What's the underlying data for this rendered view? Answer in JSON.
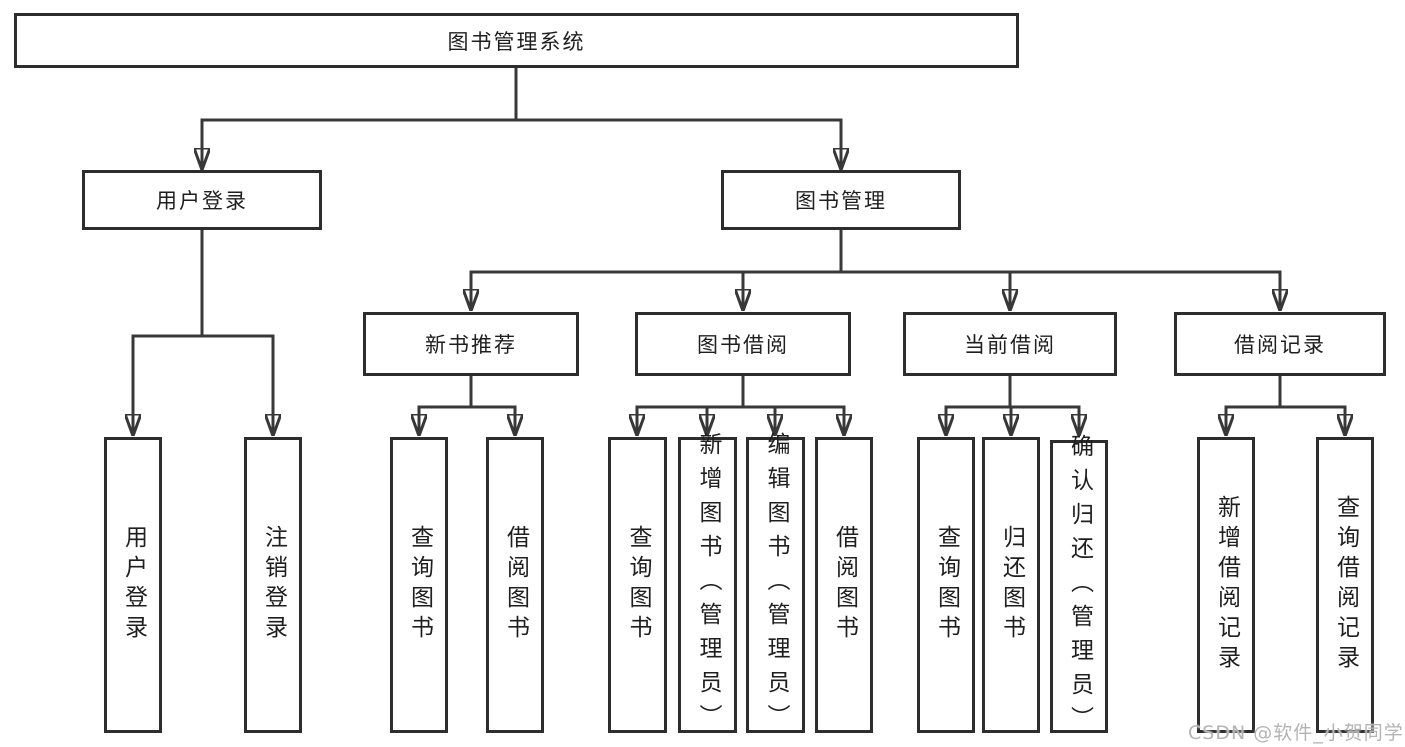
{
  "diagram": {
    "root": {
      "label": "图书管理系统"
    },
    "level2": {
      "user_login": {
        "label": "用户登录"
      },
      "book_mgmt": {
        "label": "图书管理"
      }
    },
    "level3": {
      "new_books": {
        "label": "新书推荐"
      },
      "book_borrow": {
        "label": "图书借阅"
      },
      "current_borrow": {
        "label": "当前借阅"
      },
      "borrow_records": {
        "label": "借阅记录"
      }
    },
    "leaves": {
      "user_login": [
        "用户登录",
        "注销登录"
      ],
      "new_books": [
        "查询图书",
        "借阅图书"
      ],
      "book_borrow": [
        "查询图书",
        "新增图书（管理员）",
        "编辑图书（管理员）",
        "借阅图书"
      ],
      "current_borrow": [
        "查询图书",
        "归还图书",
        "确认归还（管理员）"
      ],
      "borrow_records": [
        "新增借阅记录",
        "查询借阅记录"
      ]
    }
  },
  "watermark": {
    "text": "CSDN @软件_小贺同学",
    "color": "#b4b4b4"
  },
  "colors": {
    "line": "#383838",
    "box_border": "#2d2d2d",
    "text": "#1f1f1f",
    "background": "#ffffff"
  }
}
